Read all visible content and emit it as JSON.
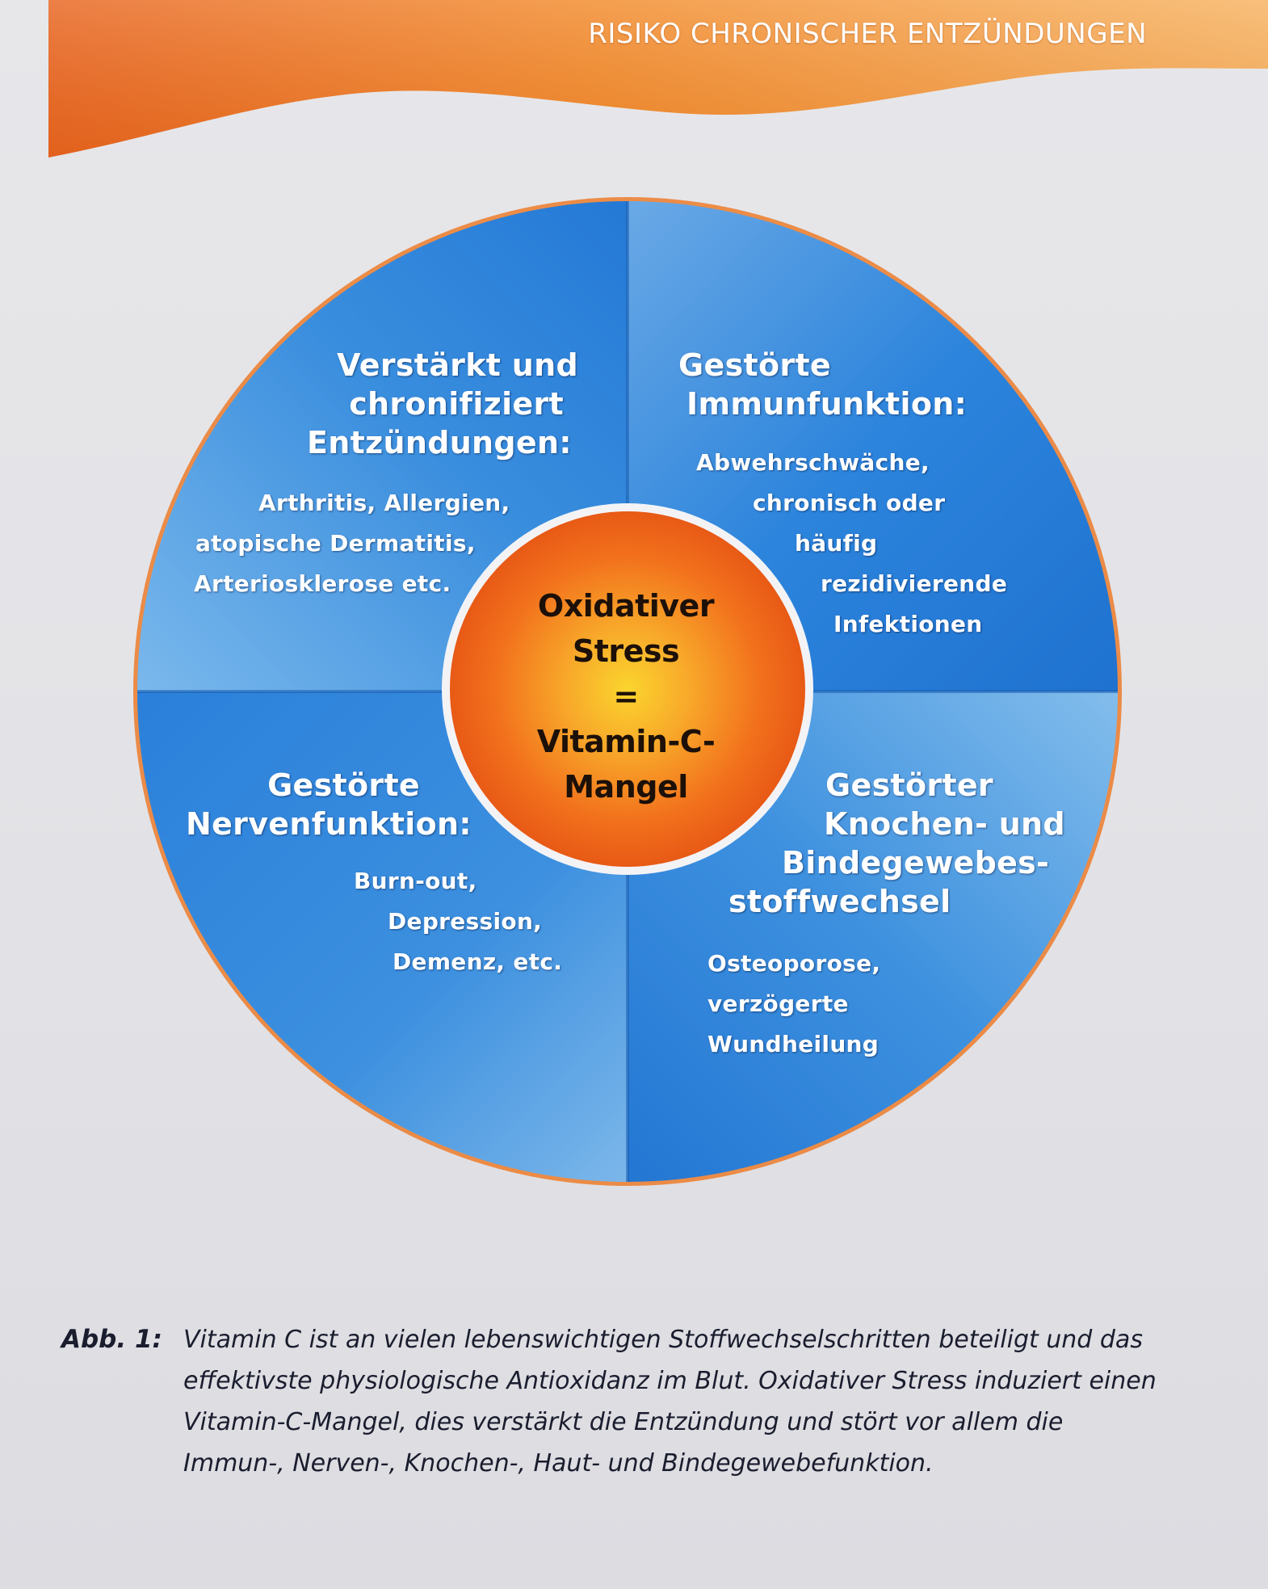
{
  "header": {
    "title": "RISIKO CHRONISCHER ENTZÜNDUNGEN"
  },
  "diagram": {
    "center": {
      "lines": [
        "Oxidativer",
        "Stress",
        "=",
        "Vitamin-C-",
        "Mangel"
      ]
    },
    "quadrants": {
      "top_left": {
        "heading": [
          "Verstärkt und",
          "chronifiziert",
          "Entzündungen:"
        ],
        "body": [
          "Arthritis, Allergien,",
          "atopische Dermatitis,",
          "Arteriosklerose etc."
        ]
      },
      "top_right": {
        "heading": [
          "Gestörte",
          "Immunfunktion:"
        ],
        "body": [
          "Abwehrschwäche,",
          "chronisch oder",
          "häufig",
          "rezidivierende",
          "Infektionen"
        ]
      },
      "bottom_left": {
        "heading": [
          "Gestörte",
          "Nervenfunktion:"
        ],
        "body": [
          "Burn-out,",
          "Depression,",
          "Demenz, etc."
        ]
      },
      "bottom_right": {
        "heading": [
          "Gestörter",
          "Knochen- und",
          "Bindegewebes-",
          "stoffwechsel"
        ],
        "body": [
          "Osteoporose,",
          "verzögerte",
          "Wundheilung"
        ]
      }
    },
    "colors": {
      "banner_orange": "#f07a22",
      "quadrant_blue": "#2f86dc",
      "quadrant_blue_light": "#6fb0ea",
      "center_orange": "#f26c1a",
      "center_yellow": "#fbcf2a"
    }
  },
  "caption": {
    "label": "Abb. 1:",
    "lines": [
      "Vitamin C ist an vielen lebenswichtigen Stoffwechselschritten beteiligt und das",
      "effektivste physiologische Antioxidanz im Blut. Oxidativer Stress induziert einen",
      "Vitamin-C-Mangel, dies verstärkt die Entzündung und  stört vor allem die",
      "Immun-, Nerven-, Knochen-, Haut- und Bindegewebefunktion."
    ]
  }
}
